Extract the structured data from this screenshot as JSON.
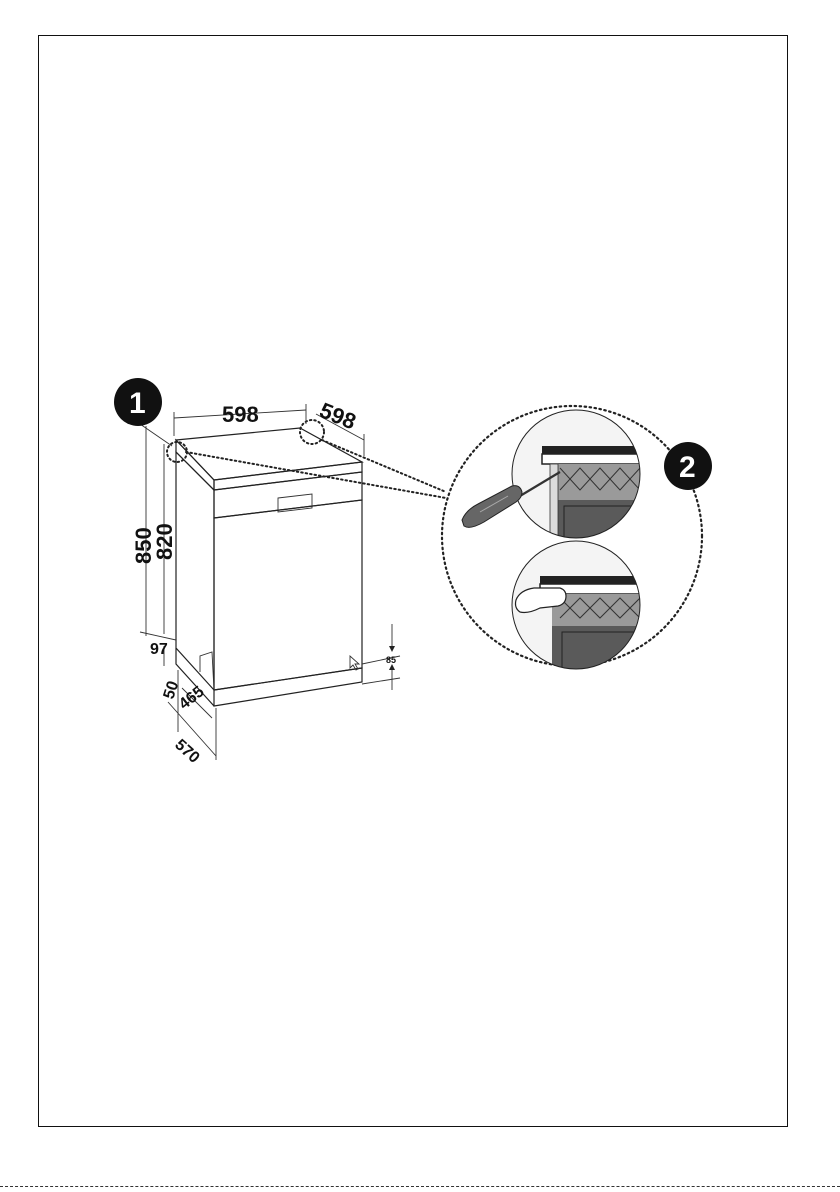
{
  "markers": {
    "one": "1",
    "two": "2"
  },
  "dimensions": {
    "width_top": "598",
    "depth_top": "598",
    "height_total": "850",
    "height_body": "820",
    "plinth_height": "97",
    "foot_height": "50",
    "depth_inner": "465",
    "depth_total": "570",
    "kick_height": "85"
  }
}
